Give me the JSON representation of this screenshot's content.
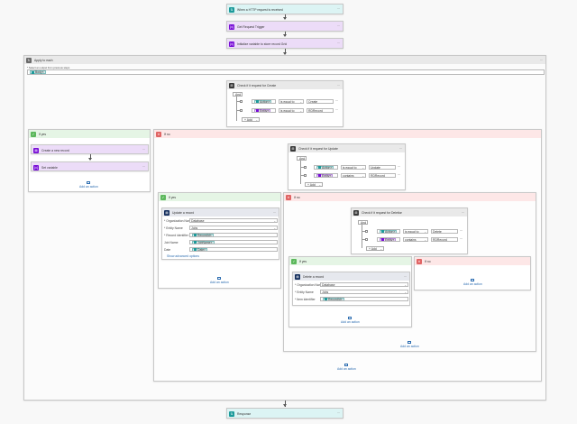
{
  "trigger": {
    "title": "When a HTTP request is received",
    "icon": "http-request-icon"
  },
  "step2": {
    "title": "Get Request Trigger",
    "icon": "variable-icon"
  },
  "step3": {
    "title": "Initialize variable to store record Grid",
    "icon": "variable-icon"
  },
  "apply": {
    "title": "Apply to each",
    "select_label": "* Select an output from previous steps",
    "token": "Body"
  },
  "cond1": {
    "title": "Check if it request for Create",
    "op": "And",
    "rows": [
      {
        "token": "Action",
        "operator": "is equal to",
        "value": "Create"
      },
      {
        "token": "Entity",
        "operator": "is equal to",
        "value": "RDRecord"
      }
    ],
    "add": "+ Add"
  },
  "yes1": {
    "title": "If yes",
    "create": "Create a new record",
    "setvar": "Set variable",
    "add_action": "Add an action"
  },
  "no1": {
    "title": "If no",
    "add_action": "Add an action"
  },
  "cond2": {
    "title": "Check if it request for Update",
    "op": "And",
    "rows": [
      {
        "token": "Action",
        "operator": "is equal to",
        "value": "Update"
      },
      {
        "token": "Entity",
        "operator": "contains",
        "value": "RDRecord"
      }
    ],
    "add": "+ Add"
  },
  "yes2": {
    "title": "If yes",
    "update": "Update a record",
    "fields": [
      {
        "label": "* Organization Name",
        "value": "Database"
      },
      {
        "label": "* Entity Name",
        "value": "Jobs"
      },
      {
        "label": "* Record identifier",
        "token": "RecordId"
      },
      {
        "label": "Job Name",
        "token": "JobName"
      },
      {
        "label": "Date",
        "token": "Date"
      }
    ],
    "advanced": "Show advanced options",
    "add_action": "Add an action"
  },
  "no2": {
    "title": "If no",
    "add_action": "Add an action"
  },
  "cond3": {
    "title": "Check if it request for Deletion",
    "op": "And",
    "rows": [
      {
        "token": "Action",
        "operator": "is equal to",
        "value": "Delete"
      },
      {
        "token": "Entity",
        "operator": "contains",
        "value": "RDRecord"
      }
    ],
    "add": "+ Add"
  },
  "yes3": {
    "title": "If yes",
    "delete": "Delete a record",
    "fields": [
      {
        "label": "* Organization Name",
        "value": "Database"
      },
      {
        "label": "* Entity Name",
        "value": "Jobs"
      },
      {
        "label": "* Item identifier",
        "token": "RecordId"
      }
    ],
    "add_action": "Add an action"
  },
  "no3": {
    "title": "If no",
    "add_action": "Add an action"
  },
  "response": {
    "title": "Response",
    "icon": "http-request-icon"
  }
}
